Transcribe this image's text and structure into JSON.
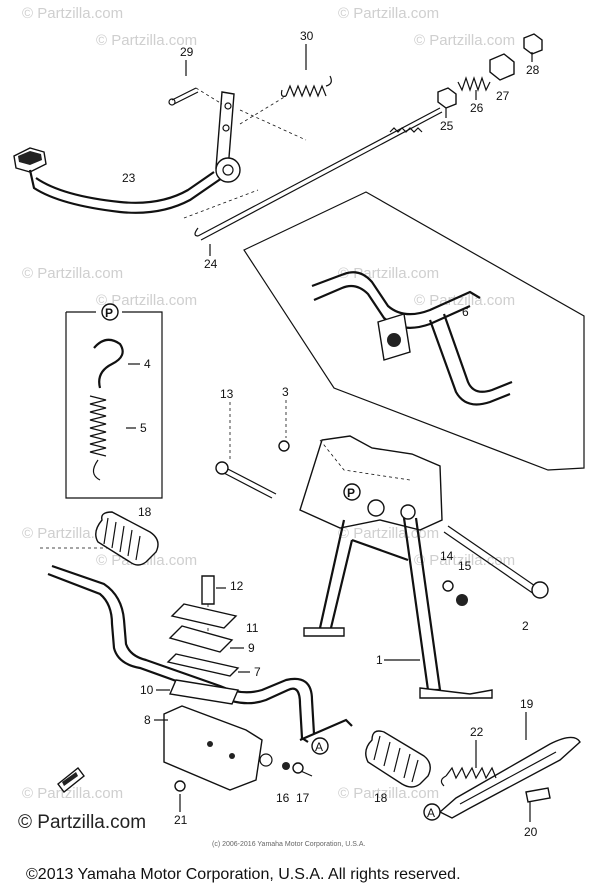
{
  "watermark": {
    "text": "© Partzilla.com"
  },
  "callouts": {
    "p1": "1",
    "p2": "2",
    "p3": "3",
    "p4": "4",
    "p5": "5",
    "p6": "6",
    "p7": "7",
    "p8": "8",
    "p9": "9",
    "p10": "10",
    "p11": "11",
    "p12": "12",
    "p13": "13",
    "p14": "14",
    "p15": "15",
    "p16": "16",
    "p17": "17",
    "p18a": "18",
    "p18b": "18",
    "p19": "19",
    "p20": "20",
    "p21": "21",
    "p22": "22",
    "p23": "23",
    "p24": "24",
    "p25": "25",
    "p26": "26",
    "p27": "27",
    "p28": "28",
    "p29": "29",
    "p30": "30"
  },
  "markers": {
    "P": "P",
    "A": "A"
  },
  "footer": {
    "brand": "© Partzilla.com",
    "small_copyright": "(c) 2006-2016 Yamaha Motor Corporation, U.S.A.",
    "main_copyright": "©2013 Yamaha Motor Corporation, U.S.A. All rights reserved."
  }
}
